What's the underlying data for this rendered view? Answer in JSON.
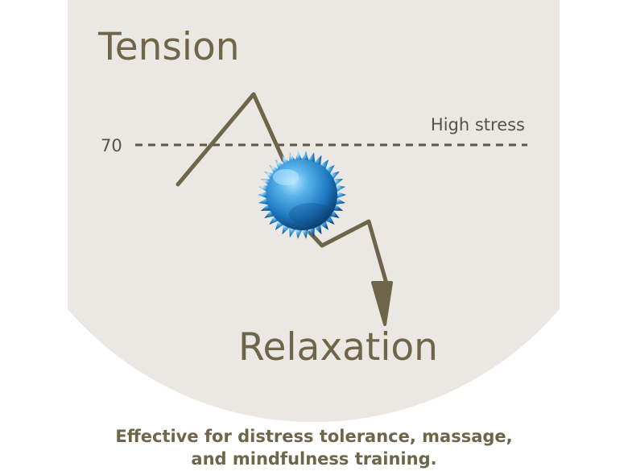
{
  "headings": {
    "top": "Tension",
    "bottom": "Relaxation"
  },
  "threshold": {
    "value_label": "70",
    "label": "High stress"
  },
  "caption": {
    "line1": "Effective for distress tolerance, massage,",
    "line2": "and mindfulness training."
  },
  "colors": {
    "background_shape": "#ebe8e3",
    "text": "#6f6549",
    "line": "#6f6549",
    "dashed_line": "#5e5748",
    "label": "#55524d",
    "ball_main": "#2d88cc",
    "ball_light": "#7cc3f0",
    "ball_dark": "#0f4f8d"
  },
  "icons": {
    "ball": "spiky-massage-ball-icon",
    "arrow": "down-arrow-icon"
  }
}
